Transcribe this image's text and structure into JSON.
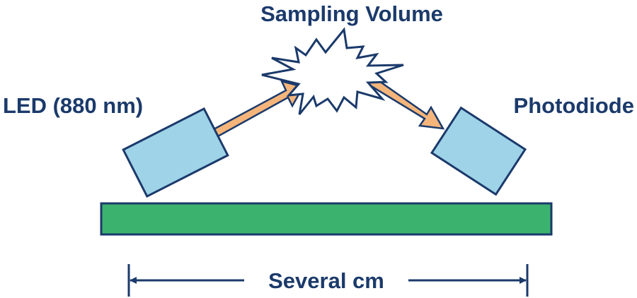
{
  "labels": {
    "sampling_volume": "Sampling Volume",
    "led": "LED (880 nm)",
    "photodiode": "Photodiode",
    "distance": "Several cm"
  },
  "colors": {
    "text": "#1b3a6b",
    "outline": "#1b3a6b",
    "component_fill": "#9fd3e8",
    "beam_fill": "#f5b57a",
    "surface_fill": "#3bb36e",
    "burst_fill": "#ffffff"
  },
  "icons": {
    "led": "rectangle-component",
    "photodiode": "rectangle-component",
    "sampling_volume": "starburst",
    "beams": "arrow"
  }
}
